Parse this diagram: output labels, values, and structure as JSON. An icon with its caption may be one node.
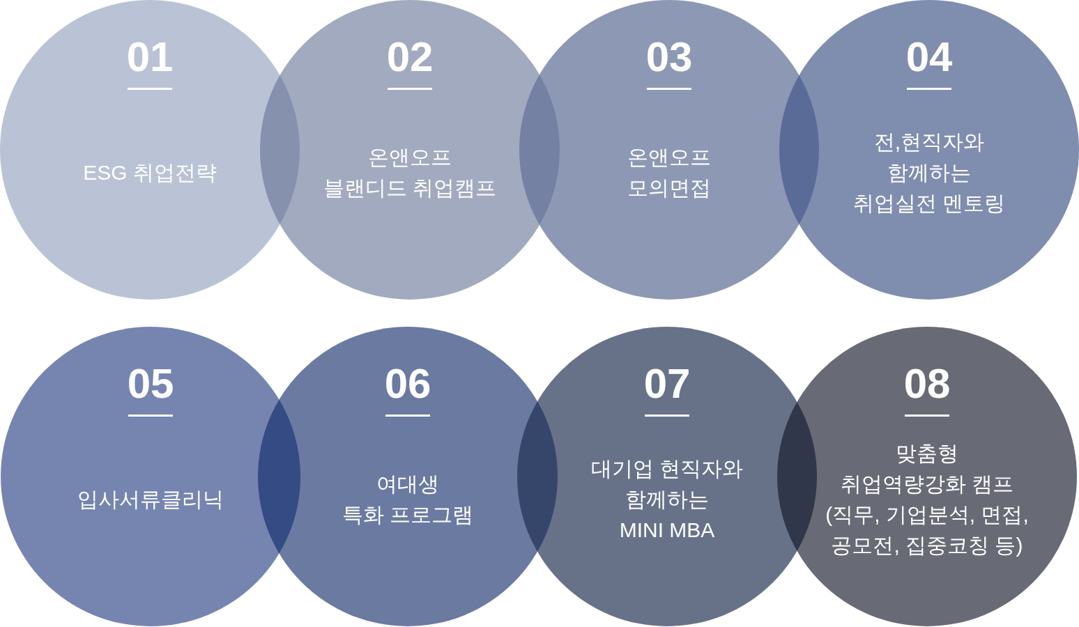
{
  "diagram": {
    "nodes": [
      {
        "text": [
          "01",
          "ESG 취업전략"
        ]
      },
      {
        "text": [
          "02",
          "온앤오프 블랜디드 취업캠프"
        ]
      },
      {
        "text": [
          "03",
          "온앤오프 모의면접"
        ]
      },
      {
        "text": [
          "04",
          "전,현직자와 함께하는 취업실전 멘토링"
        ]
      },
      {
        "text": [
          "05",
          "입사서류클리닉"
        ]
      },
      {
        "text": [
          "06",
          "여대생 특화 프로그램"
        ]
      },
      {
        "text": [
          "07",
          "대기업 현직자와 함께하는 MINI MBA"
        ]
      },
      {
        "text": [
          "08",
          "맞춤형 취업역량강화 캠프 (직무, 기업분석, 면접, 공모전, 집중코칭 등)"
        ]
      }
    ]
  }
}
